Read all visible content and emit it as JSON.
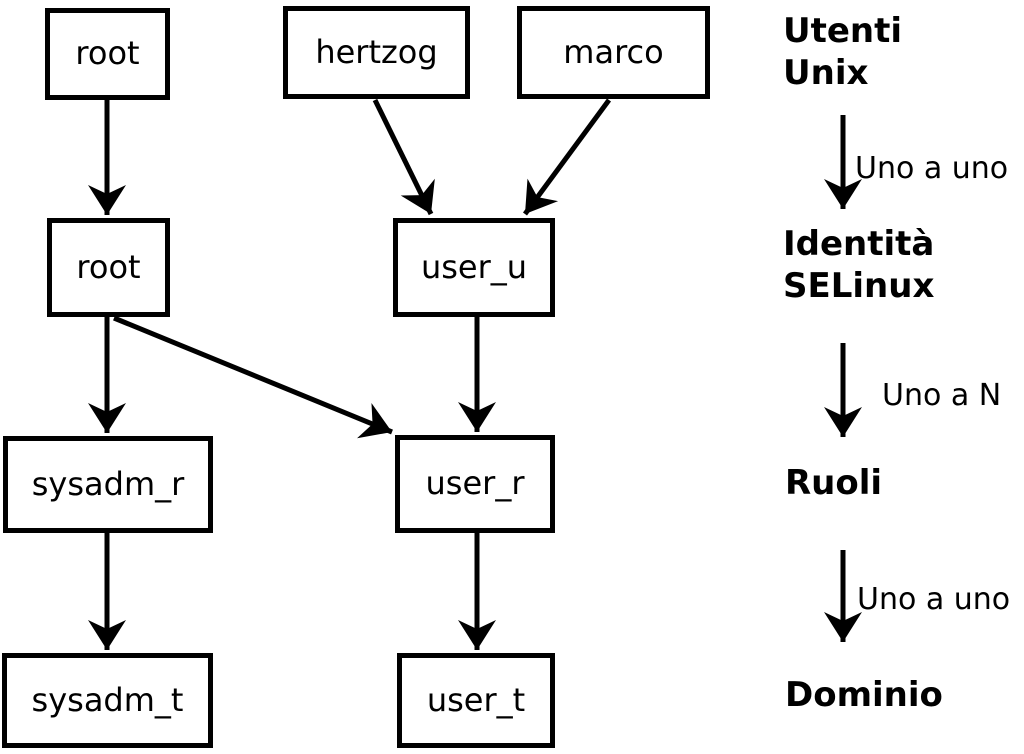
{
  "figure": {
    "background_color": "#ffffff",
    "line_color": "#000000"
  },
  "diagram": {
    "nodes": [
      {
        "id": "unix_root",
        "label": "root"
      },
      {
        "id": "unix_hertzog",
        "label": "hertzog"
      },
      {
        "id": "unix_marco",
        "label": "marco"
      },
      {
        "id": "selinux_root",
        "label": "root"
      },
      {
        "id": "selinux_user_u",
        "label": "user_u"
      },
      {
        "id": "role_sysadm_r",
        "label": "sysadm_r"
      },
      {
        "id": "role_user_r",
        "label": "user_r"
      },
      {
        "id": "domain_sysadm_t",
        "label": "sysadm_t"
      },
      {
        "id": "domain_user_t",
        "label": "user_t"
      }
    ],
    "edges": [
      {
        "from": "unix_root",
        "to": "selinux_root"
      },
      {
        "from": "unix_hertzog",
        "to": "selinux_user_u"
      },
      {
        "from": "unix_marco",
        "to": "selinux_user_u"
      },
      {
        "from": "selinux_root",
        "to": "role_sysadm_r"
      },
      {
        "from": "selinux_root",
        "to": "role_user_r"
      },
      {
        "from": "selinux_user_u",
        "to": "role_user_r"
      },
      {
        "from": "role_sysadm_r",
        "to": "domain_sysadm_t"
      },
      {
        "from": "role_user_r",
        "to": "domain_user_t"
      }
    ]
  },
  "legend": {
    "levels": [
      {
        "title": "Utenti\nUnix"
      },
      {
        "title": "Identità\nSELinux"
      },
      {
        "title": "Ruoli"
      },
      {
        "title": "Dominio"
      }
    ],
    "arrow_labels": [
      {
        "text": "Uno a uno"
      },
      {
        "text": "Uno a N"
      },
      {
        "text": "Uno a uno"
      }
    ]
  }
}
